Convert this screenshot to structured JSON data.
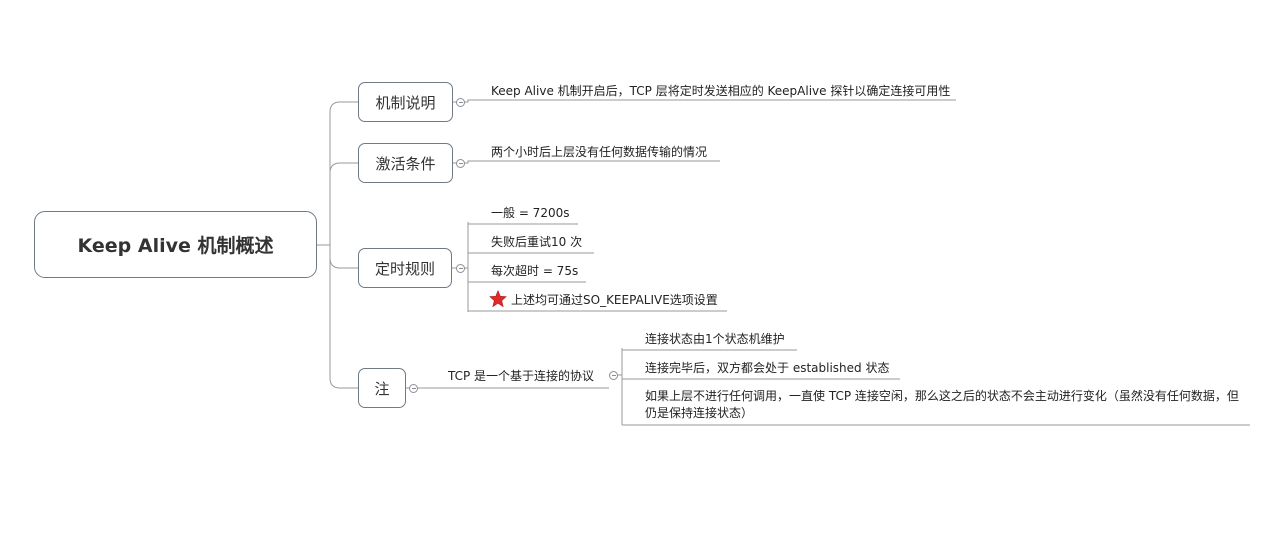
{
  "root": {
    "title": "Keep Alive 机制概述"
  },
  "branches": [
    {
      "label": "机制说明",
      "items": [
        "Keep Alive 机制开启后，TCP 层将定时发送相应的 KeepAlive 探针以确定连接可用性"
      ]
    },
    {
      "label": "激活条件",
      "items": [
        "两个小时后上层没有任何数据传输的情况"
      ]
    },
    {
      "label": "定时规则",
      "items": [
        "一般 = 7200s",
        "失败后重试10 次",
        "每次超时 = 75s",
        "上述均可通过SO_KEEPALIVE选项设置"
      ]
    },
    {
      "label": "注",
      "sub": "TCP 是一个基于连接的协议",
      "items": [
        "连接状态由1个状态机维护",
        "连接完毕后，双方都会处于 established 状态",
        "如果上层不进行任何调用，一直使 TCP 连接空闲，那么这之后的状态不会主动进行变化（虽然没有任何数据，但仍是保持连接状态）"
      ]
    }
  ],
  "icons": {
    "star": "star-icon",
    "star_color": "#e02a2a"
  },
  "colors": {
    "line": "#9a9a9a",
    "border": "#6f7a85"
  }
}
